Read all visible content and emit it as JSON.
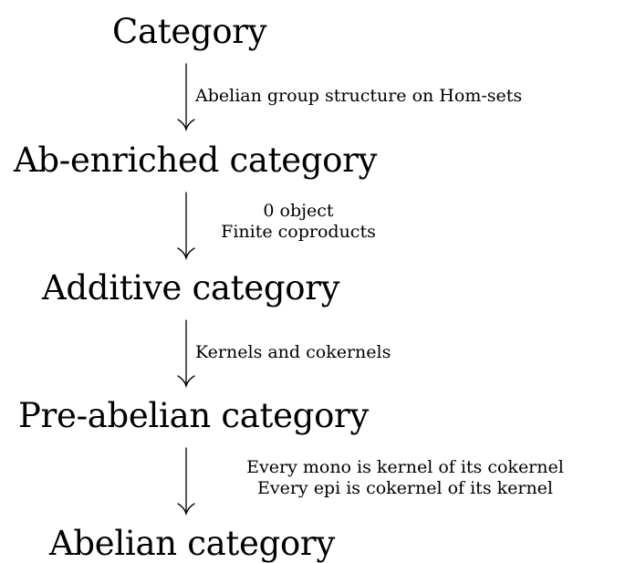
{
  "nodes": {
    "category": "Category",
    "ab_enriched": "Ab-enriched category",
    "additive": "Additive category",
    "pre_abelian": "Pre-abelian category",
    "abelian": "Abelian category"
  },
  "edges": [
    {
      "from": "category",
      "to": "ab_enriched",
      "labels": [
        "Abelian group structure on Hom-sets"
      ]
    },
    {
      "from": "ab_enriched",
      "to": "additive",
      "labels": [
        "0 object",
        "Finite coproducts"
      ]
    },
    {
      "from": "additive",
      "to": "pre_abelian",
      "labels": [
        "Kernels and cokernels"
      ]
    },
    {
      "from": "pre_abelian",
      "to": "abelian",
      "labels": [
        "Every mono is kernel of its cokernel",
        "Every epi is cokernel of its kernel"
      ]
    }
  ],
  "colors": {
    "line": "#000000",
    "background": "#ffffff"
  }
}
